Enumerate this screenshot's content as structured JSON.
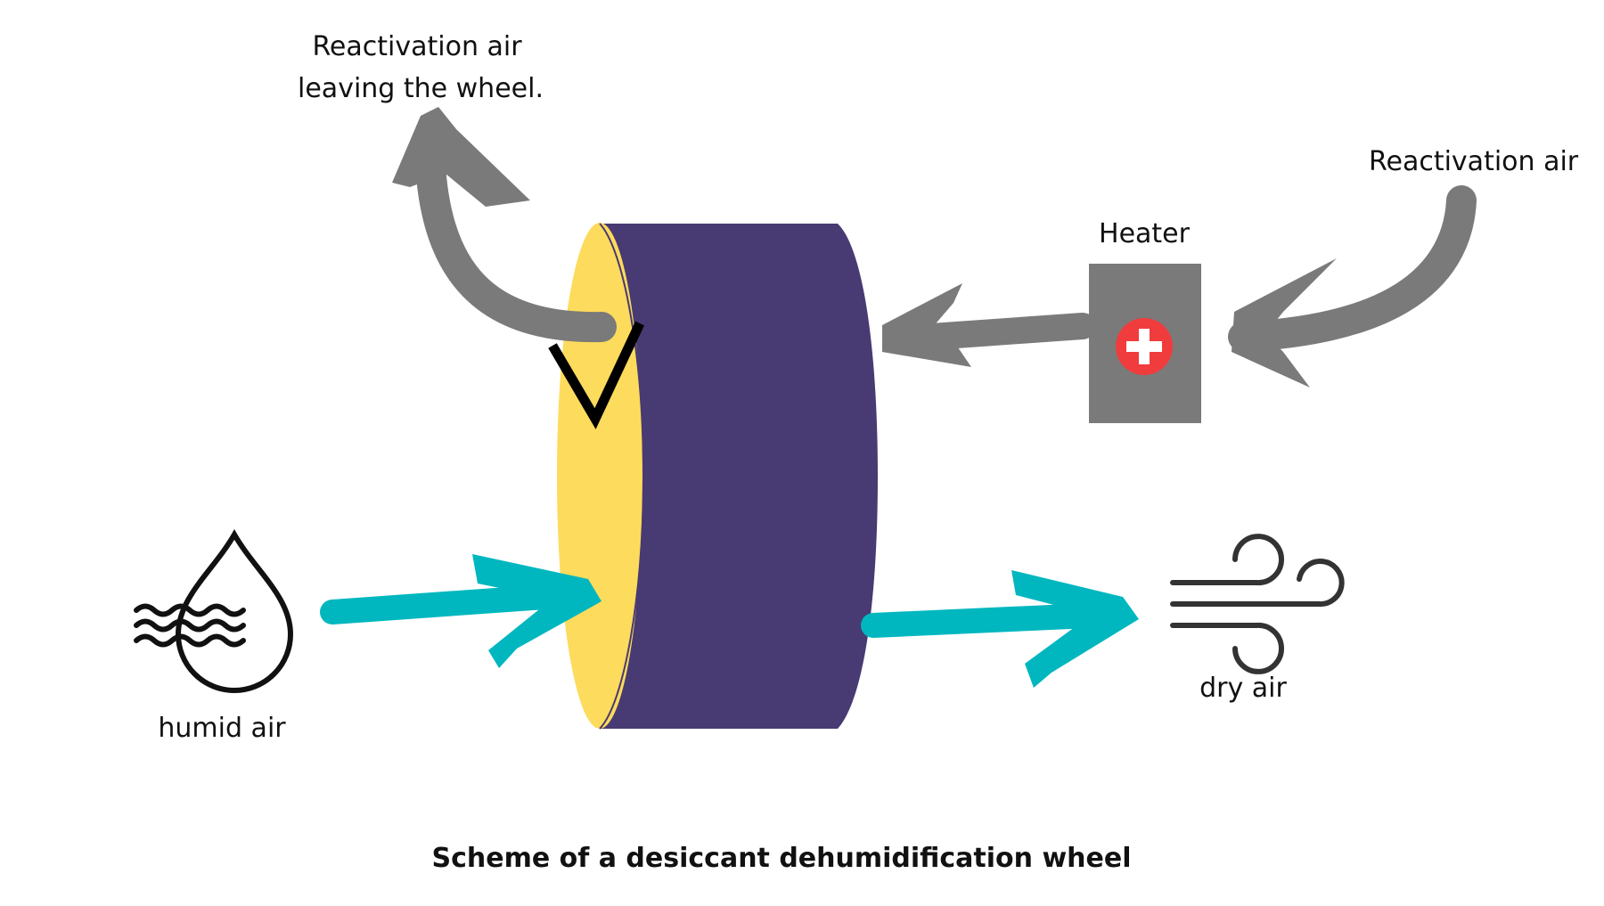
{
  "labels": {
    "exit_line1": "Reactivation air",
    "exit_line2": "leaving the wheel.",
    "reactivation_air": "Reactivation air",
    "heater": "Heater",
    "humid_air": "humid air",
    "dry_air": "dry air",
    "caption": "Scheme of a desiccant dehumidification wheel"
  },
  "colors": {
    "wheel_body": "#483A73",
    "wheel_face": "#FDDB5C",
    "process_arrow": "#00B7BF",
    "reactivation_arrow": "#7A7A7A",
    "heater_box": "#7A7A7A",
    "heater_button": "#F03C3C",
    "icon_stroke": "#111111"
  },
  "icons": [
    "humid-air-icon",
    "dry-air-wind-icon",
    "heater-plus-icon",
    "checkmark-icon"
  ]
}
